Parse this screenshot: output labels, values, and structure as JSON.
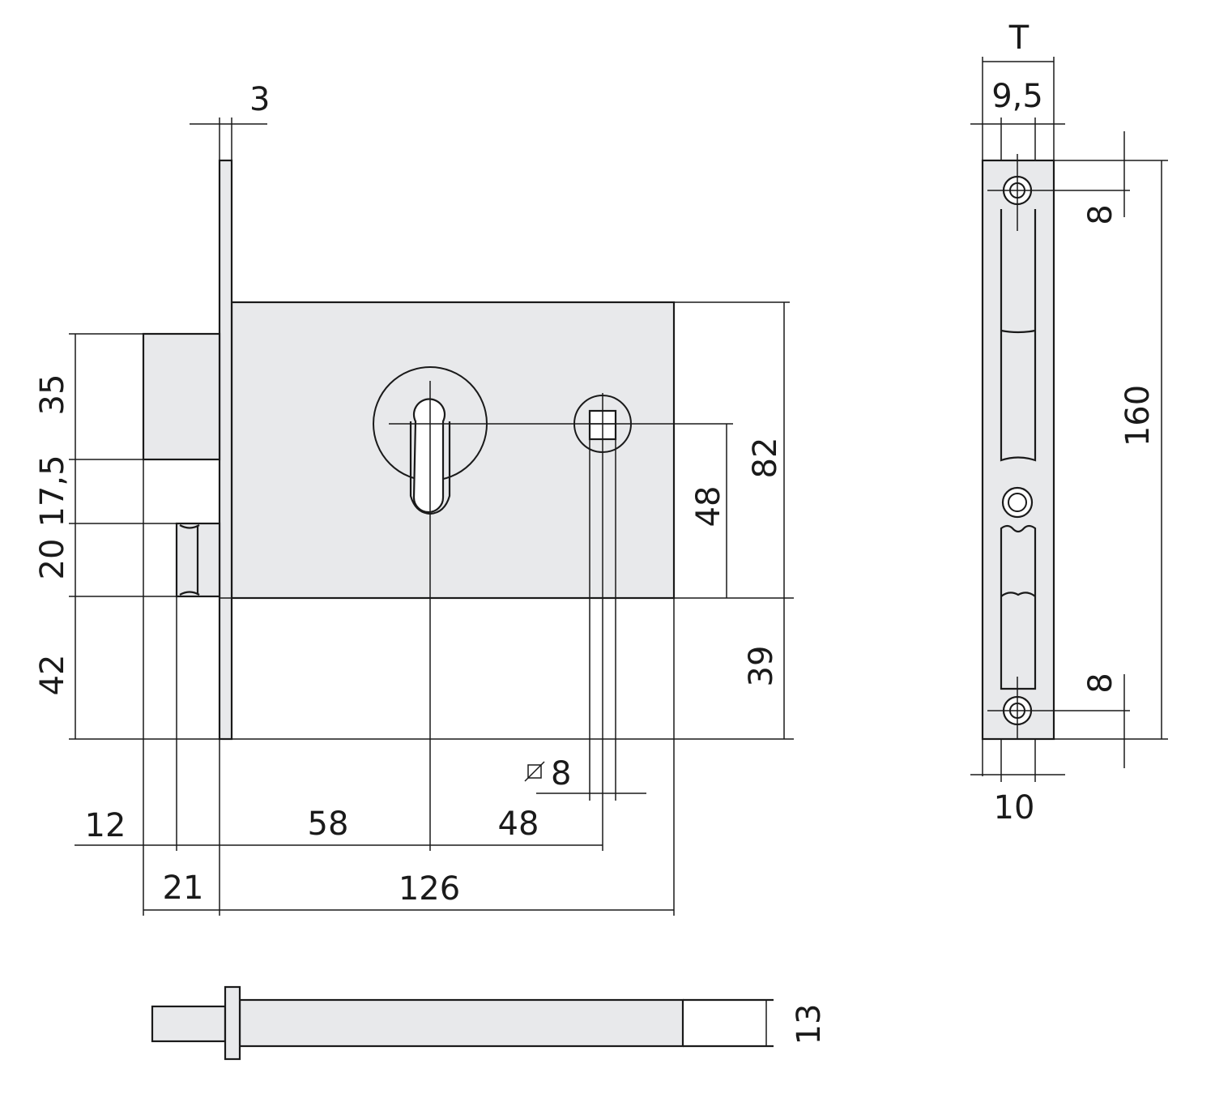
{
  "dimensions": {
    "faceplate_thickness": "3",
    "cyl_radial_offset": "T",
    "strike_width": "9,5",
    "strike_hole_top": "8",
    "strike_hole_bottom": "8",
    "strike_length": "160",
    "strike_bottom_width": "10",
    "left_h_35": "35",
    "left_h_17_5": "17,5",
    "left_h_20": "20",
    "left_h_42": "42",
    "right_h_82": "82",
    "right_h_48": "48",
    "right_h_39": "39",
    "spindle_square": "8",
    "bottom_12": "12",
    "bottom_58": "58",
    "bottom_48": "48",
    "bottom_21": "21",
    "bottom_126": "126",
    "spindle_height": "13"
  },
  "icons": {
    "square_symbol": "square-diameter-icon"
  }
}
